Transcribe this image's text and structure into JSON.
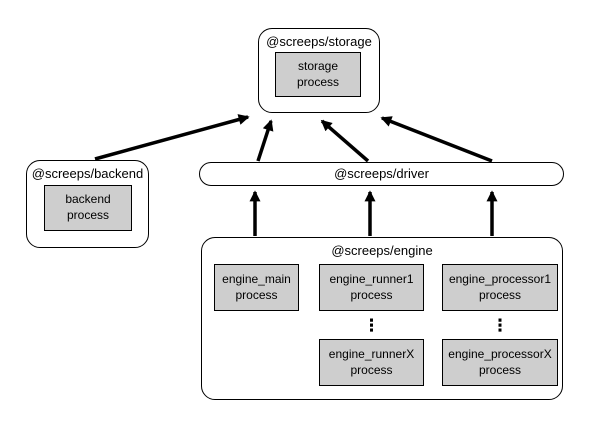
{
  "colors": {
    "arrow": "#000000",
    "border": "#000000",
    "process_fill": "#cecece",
    "node_fill": "#ffffff"
  },
  "storage": {
    "title": "@screeps/storage",
    "process": "storage\nprocess"
  },
  "backend": {
    "title": "@screeps/backend",
    "process": "backend\nprocess"
  },
  "driver": {
    "title": "@screeps/driver"
  },
  "engine": {
    "title": "@screeps/engine",
    "main_process": "engine_main\nprocess",
    "runner1_process": "engine_runner1\nprocess",
    "runnerX_process": "engine_runnerX\nprocess",
    "processor1_process": "engine_processor1\nprocess",
    "processorX_process": "engine_processorX\nprocess",
    "ellipsis": "⋮"
  }
}
